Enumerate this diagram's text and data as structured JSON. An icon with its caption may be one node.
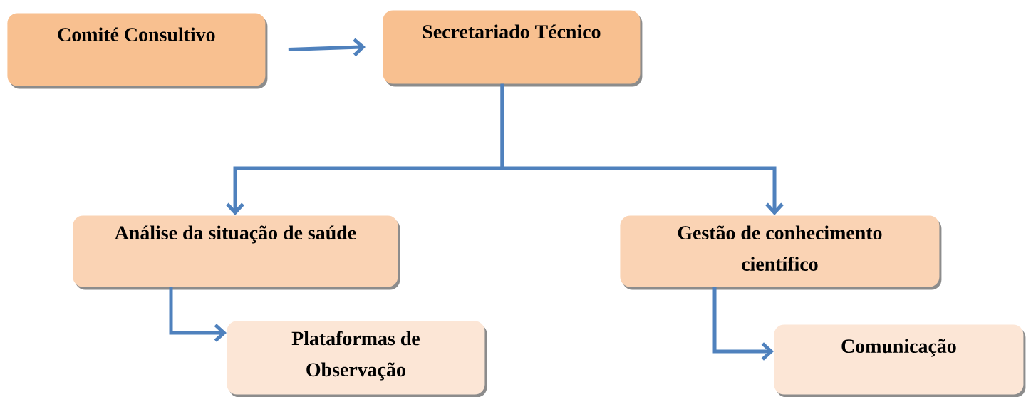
{
  "diagram": {
    "nodes": [
      {
        "text": [
          "Comité Consultivo"
        ]
      },
      {
        "text": [
          "Secretariado Técnico"
        ]
      },
      {
        "text": [
          "Análise da situação de saúde"
        ]
      },
      {
        "text": [
          "Gestão de conhecimento científico"
        ]
      },
      {
        "text": [
          "Plataformas de Observação"
        ]
      },
      {
        "text": [
          "Comunicação"
        ]
      }
    ],
    "edges": [
      {
        "from": 0,
        "to": 1,
        "arrow": "to"
      },
      {
        "from": 1,
        "to": 2,
        "arrow": "to"
      },
      {
        "from": 1,
        "to": 3,
        "arrow": "to"
      },
      {
        "from": 2,
        "to": 4,
        "arrow": "to"
      },
      {
        "from": 3,
        "to": 5,
        "arrow": "to"
      }
    ]
  }
}
